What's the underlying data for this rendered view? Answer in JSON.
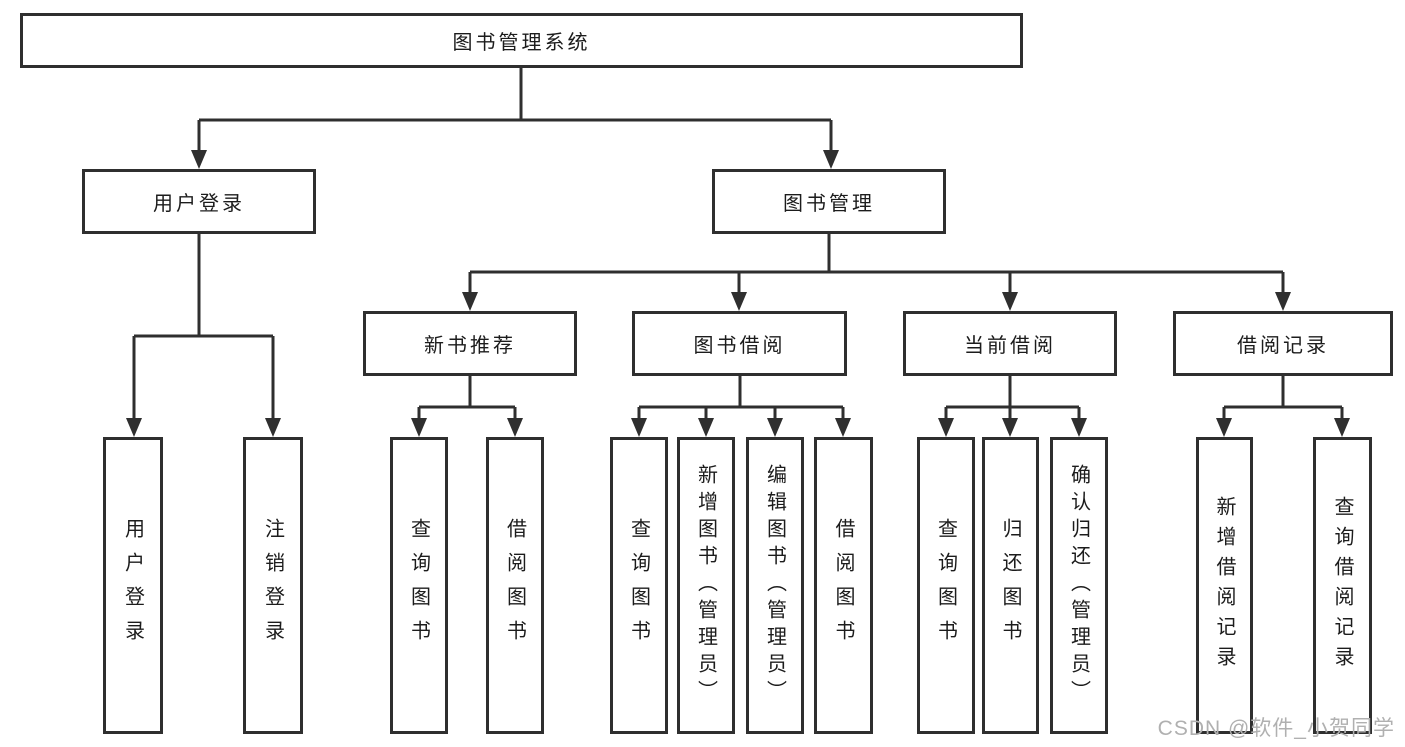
{
  "page": {
    "background": "#ffffff"
  },
  "colors": {
    "line": "#2f2f2f",
    "box_border": "#2f2f2f",
    "text": "#1c1c1c",
    "watermark": "#b0b0b0"
  },
  "watermark": {
    "text": "CSDN @软件_小贺同学"
  },
  "diagram": {
    "type": "tree",
    "root": {
      "label": "图书管理系统",
      "children": [
        {
          "label": "用户登录",
          "children": [
            {
              "label": "用户登录"
            },
            {
              "label": "注销登录"
            }
          ]
        },
        {
          "label": "图书管理",
          "children": [
            {
              "label": "新书推荐",
              "children": [
                {
                  "label": "查询图书"
                },
                {
                  "label": "借阅图书"
                }
              ]
            },
            {
              "label": "图书借阅",
              "children": [
                {
                  "label": "查询图书"
                },
                {
                  "label": "新增图书（管理员）"
                },
                {
                  "label": "编辑图书（管理员）"
                },
                {
                  "label": "借阅图书"
                }
              ]
            },
            {
              "label": "当前借阅",
              "children": [
                {
                  "label": "查询图书"
                },
                {
                  "label": "归还图书"
                },
                {
                  "label": "确认归还（管理员）"
                }
              ]
            },
            {
              "label": "借阅记录",
              "children": [
                {
                  "label": "新增借阅记录"
                },
                {
                  "label": "查询借阅记录"
                }
              ]
            }
          ]
        }
      ]
    }
  }
}
